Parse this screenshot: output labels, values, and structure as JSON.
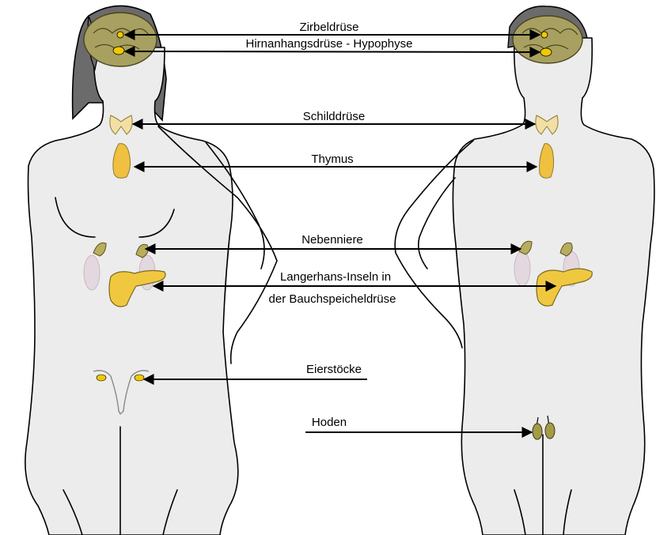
{
  "labels": {
    "pineal": "Zirbeldrüse",
    "pituitary": "Hirnanhangsdrüse - Hypophyse",
    "thyroid": "Schilddrüse",
    "thymus": "Thymus",
    "adrenal": "Nebenniere",
    "pancreas_line1": "Langerhans-Inseln in",
    "pancreas_line2": "der Bauchspeicheldrüse",
    "ovaries": "Eierstöcke",
    "testes": "Hoden"
  },
  "colors": {
    "body": "#ececec",
    "hair": "#6b6b6b",
    "brain": "#a8a060",
    "gland_yellow": "#f0c800",
    "thyroid": "#f3dfa6",
    "adrenal": "#b8ad5c",
    "kidney": "#e4d8e0",
    "testes": "#a49a48"
  }
}
